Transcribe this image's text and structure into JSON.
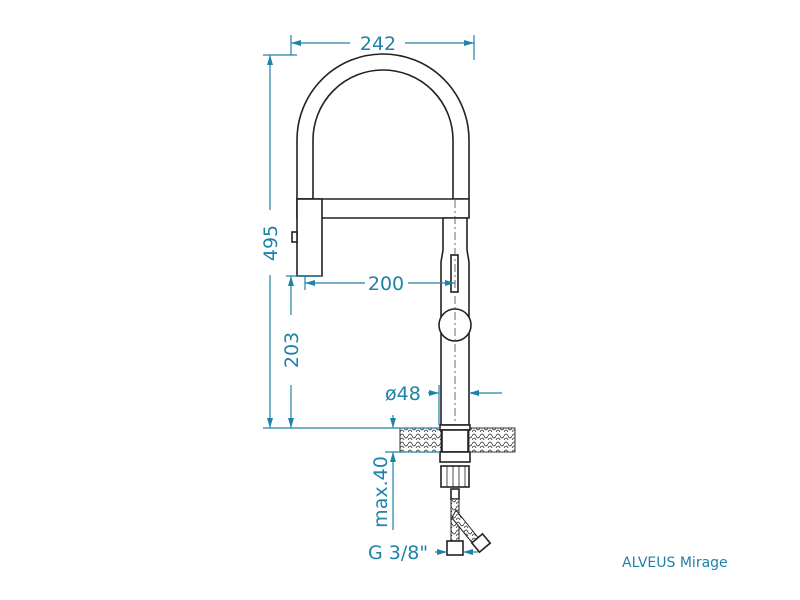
{
  "product_name": "ALVEUS Mirage",
  "accent_color": "#1f82a8",
  "dimensions": {
    "width_total": "242",
    "height_total": "495",
    "spout_reach": "200",
    "spout_height": "203",
    "body_diameter": "ø48",
    "max_counter_thickness": "max.40",
    "connection_thread": "G 3/8\""
  }
}
